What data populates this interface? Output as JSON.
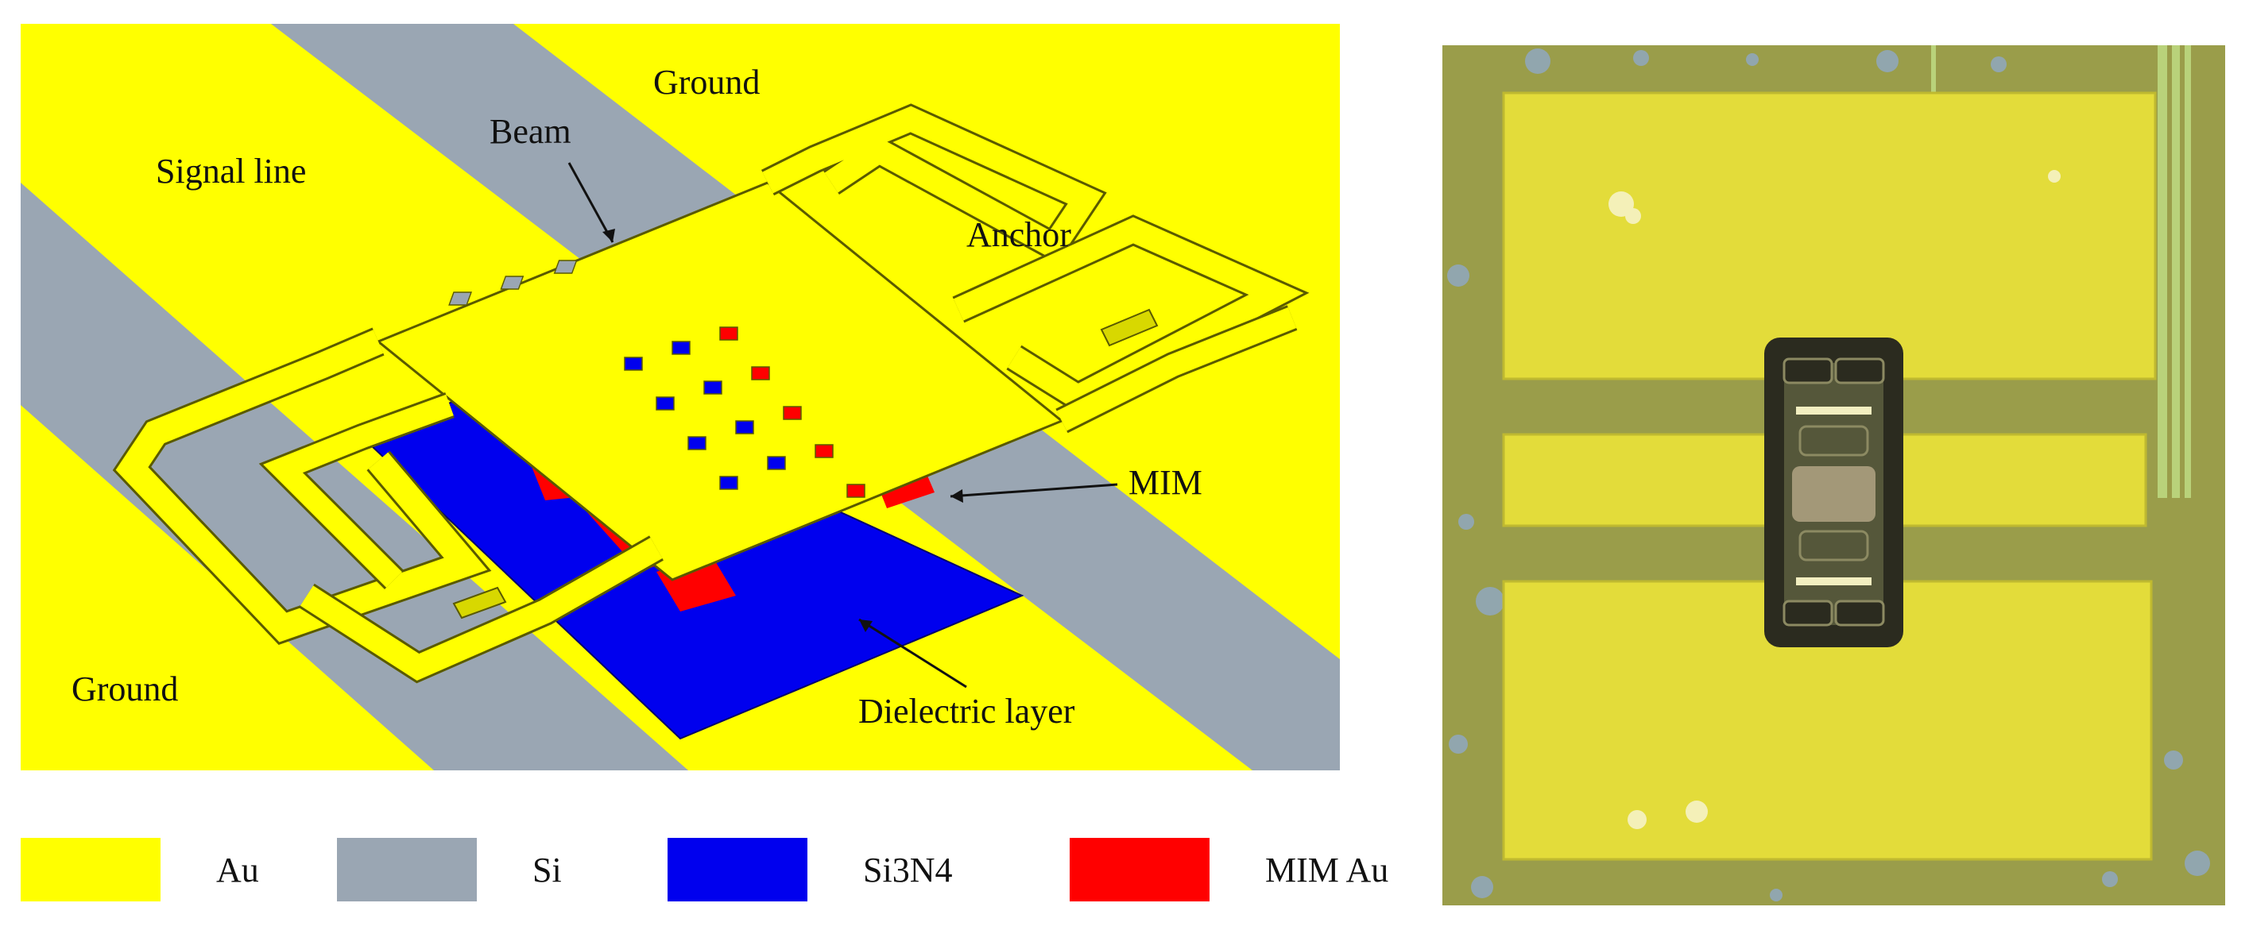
{
  "colors": {
    "au": "#ffff00",
    "si": "#9aa6b3",
    "si3n4": "#0000ee",
    "mim_au": "#ff0000",
    "outline": "#5a5a00",
    "photo_bg": "#9a9d4a",
    "photo_pad": "#e3dc3a",
    "photo_dark": "#2b2b1f"
  },
  "diagram": {
    "labels": {
      "ground_top": "Ground",
      "signal_line": "Signal line",
      "beam": "Beam",
      "anchor": "Anchor",
      "mim": "MIM",
      "ground_bottom": "Ground",
      "dielectric_layer": "Dielectric layer"
    }
  },
  "legend": {
    "items": [
      {
        "label": "Au",
        "color": "#ffff00"
      },
      {
        "label": "Si",
        "color": "#9aa6b3"
      },
      {
        "label": "Si3N4",
        "color": "#0000ee"
      },
      {
        "label": "MIM Au",
        "color": "#ff0000"
      }
    ]
  },
  "photo": {
    "icon": "micrograph-of-fabricated-switch"
  }
}
